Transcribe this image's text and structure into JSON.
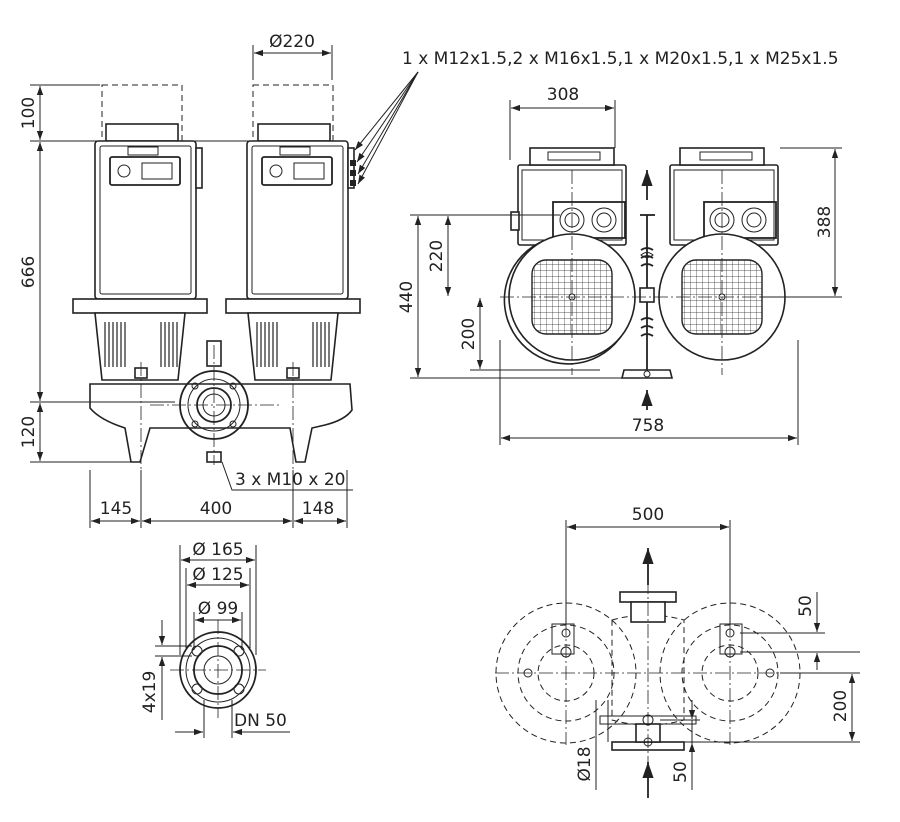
{
  "dimensions": {
    "top_diameter": "Ø220",
    "cable_glands": "1 x M12x1.5,2 x M16x1.5,1 x M20x1.5,1 x M25x1.5",
    "clearance_height": "100",
    "motor_height": "666",
    "base_height": "120",
    "left_offset": "145",
    "pipe_center_span": "400",
    "right_offset": "148",
    "foot_screws": "3 x M10 x 20",
    "motor_width": "308",
    "motor_box_height": "388",
    "motor_axis_height": "220",
    "overall_height": "440",
    "pump_axis_height": "200",
    "overall_width": "758",
    "flange_outer": "Ø 165",
    "flange_bolt_circle": "Ø 125",
    "flange_inner": "Ø 99",
    "bolt_holes": "4x19",
    "nominal_diameter": "DN 50",
    "foot_span": "500",
    "foot_offset_top": "50",
    "foot_axis_height": "200",
    "foot_hole_diameter": "Ø18",
    "foot_offset_bottom": "50"
  },
  "colors": {
    "line": "#222222",
    "background": "#ffffff"
  }
}
